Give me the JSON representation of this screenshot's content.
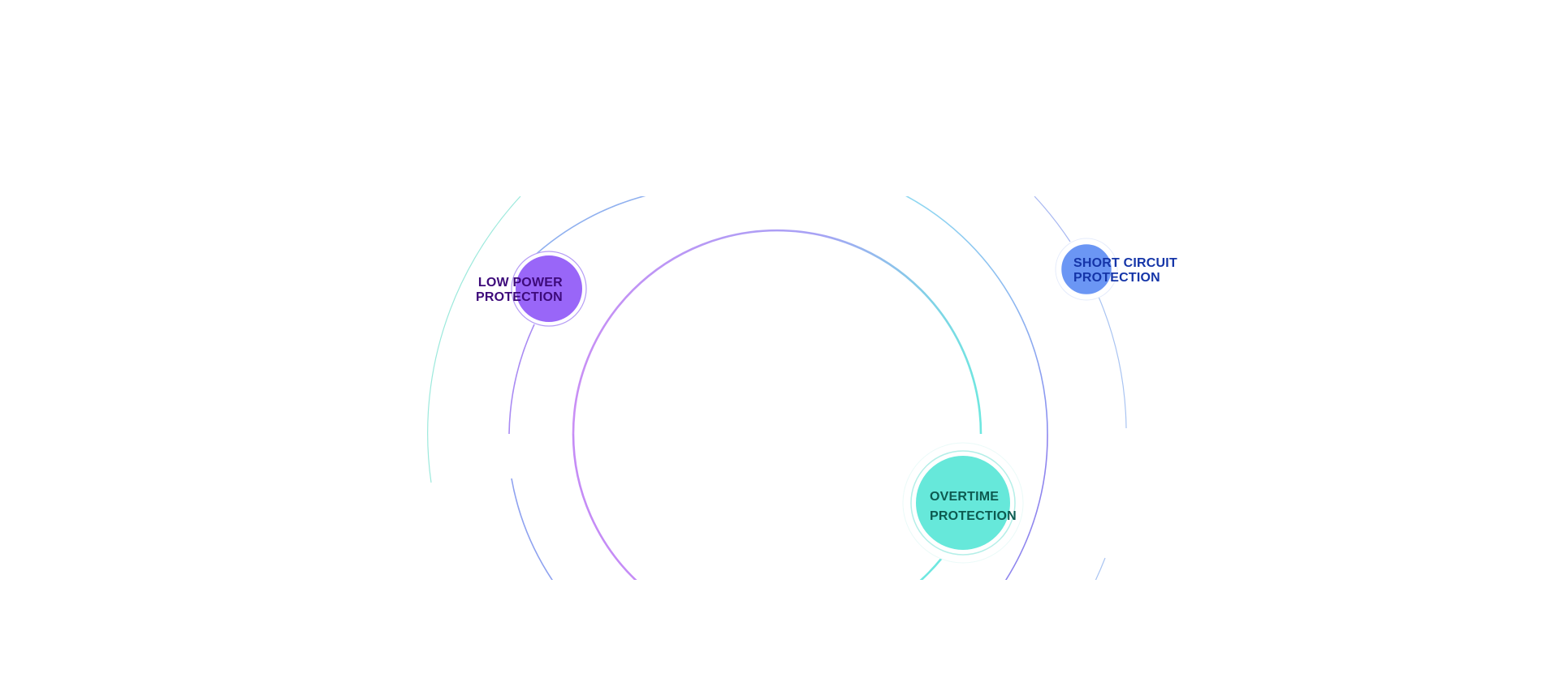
{
  "colors": {
    "purple": "#9966f8",
    "blue": "#6b96f4",
    "teal": "#66e8da",
    "purple_text": "#3d0a7a",
    "blue_text": "#1535a8",
    "teal_text": "#0d5a50"
  },
  "nodes": [
    {
      "id": "low-power",
      "line1": "LOW POWER",
      "line2": "PROTECTION",
      "fill": "#9966f8"
    },
    {
      "id": "short-circuit",
      "line1": "SHORT CIRCUIT",
      "line2": "PROTECTION",
      "fill": "#6b96f4"
    },
    {
      "id": "overtime",
      "line1": "OVERTIME",
      "line2": "PROTECTION",
      "fill": "#66e8da"
    }
  ]
}
